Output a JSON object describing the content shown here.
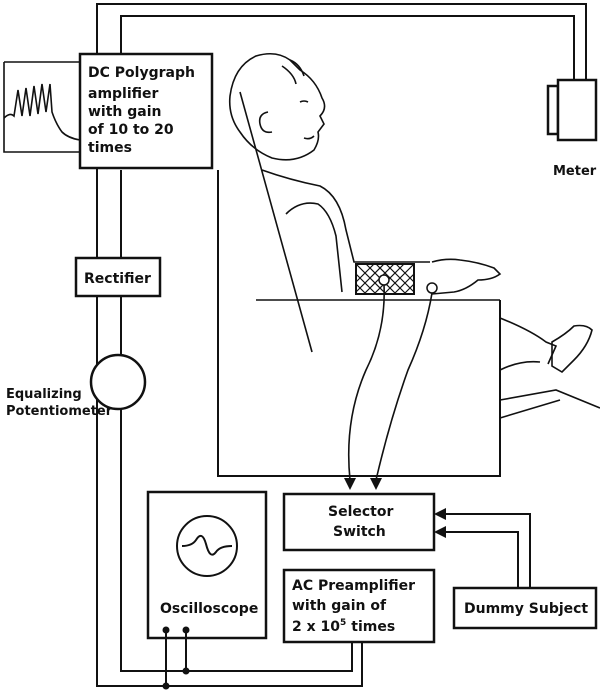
{
  "labels": {
    "dc_polygraph": [
      "DC Polygraph",
      "amplifier",
      "with gain",
      "of 10 to 20",
      "times"
    ],
    "meter": "Meter",
    "rectifier": "Rectifier",
    "equalizing_potentiometer": [
      "Equalizing",
      "Potentiometer"
    ],
    "selector_switch": [
      "Selector",
      "Switch"
    ],
    "oscilloscope": "Oscilloscope",
    "ac_preamplifier": [
      "AC Preamplifier",
      "with gain of",
      "2 x 10",
      "5",
      "times"
    ],
    "dummy_subject": "Dummy Subject"
  }
}
